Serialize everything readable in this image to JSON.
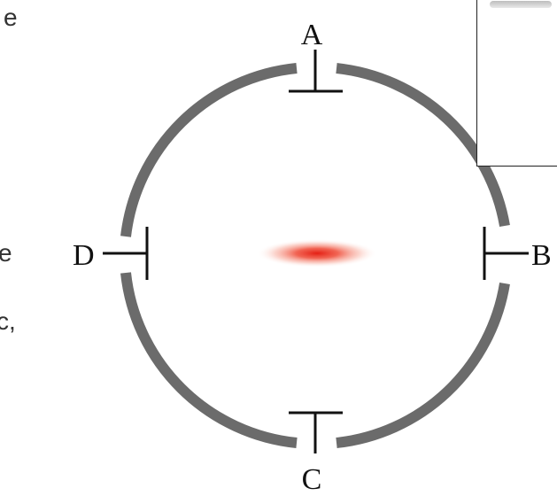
{
  "margin_text": {
    "line1": "e",
    "line2": "e",
    "line3": "c,"
  },
  "ports": {
    "top": "A",
    "right": "B",
    "bottom": "C",
    "left": "D"
  },
  "colors": {
    "ring": "#6b6b6b",
    "probe": "#111111",
    "glow": "#e8231a"
  }
}
